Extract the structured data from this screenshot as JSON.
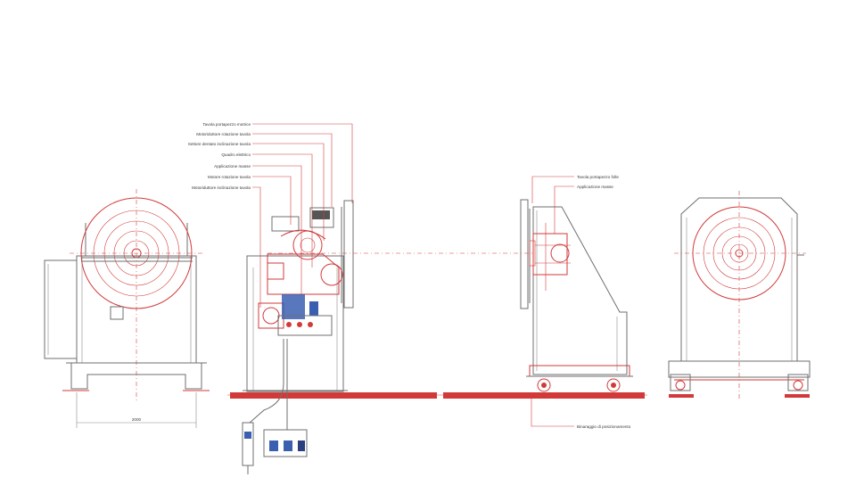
{
  "labels_headstock": [
    "Tavola portapezzo motrice",
    "Motoriduttore rotazione tavola",
    "Settore dentato inclinazione tavola",
    "Quadro elettrico",
    "Applicazione masse",
    "Motore rotazione tavola",
    "Motoriduttore inclinazione tavola"
  ],
  "labels_tailstock": [
    "Tavola portapezzo folle",
    "Applicazione masse"
  ],
  "label_bottom": "Binaraggio di posizionamento",
  "dimension_label": "2000",
  "colors": {
    "primary_line": "#d23a3a",
    "structure_line": "#6f6f6f",
    "text": "#3a3a3a",
    "pendant_blue": "#3b5fb0"
  }
}
